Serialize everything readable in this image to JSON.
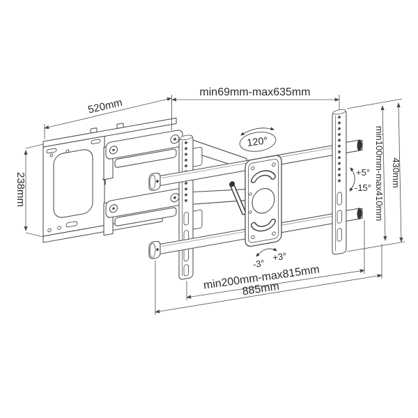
{
  "diagram": {
    "colors": {
      "background": "#ffffff",
      "line": "#4a4a4a",
      "dimension_line": "#555555",
      "text": "#2b2b2b",
      "dark_fill": "#333333"
    },
    "annotations": {
      "wall_plate_width": "520mm",
      "wall_plate_height": "238mm",
      "extension_range": "min69mm-max635mm",
      "swivel_range": "120°",
      "vesa_height_range": "min100mm-max410mm",
      "bracket_height": "430mm",
      "tilt_up": "+5°",
      "tilt_down": "-15°",
      "level_left": "-3°",
      "level_right": "+3°",
      "rail_span_range": "min200mm-max815mm",
      "rail_length": "885mm"
    }
  }
}
